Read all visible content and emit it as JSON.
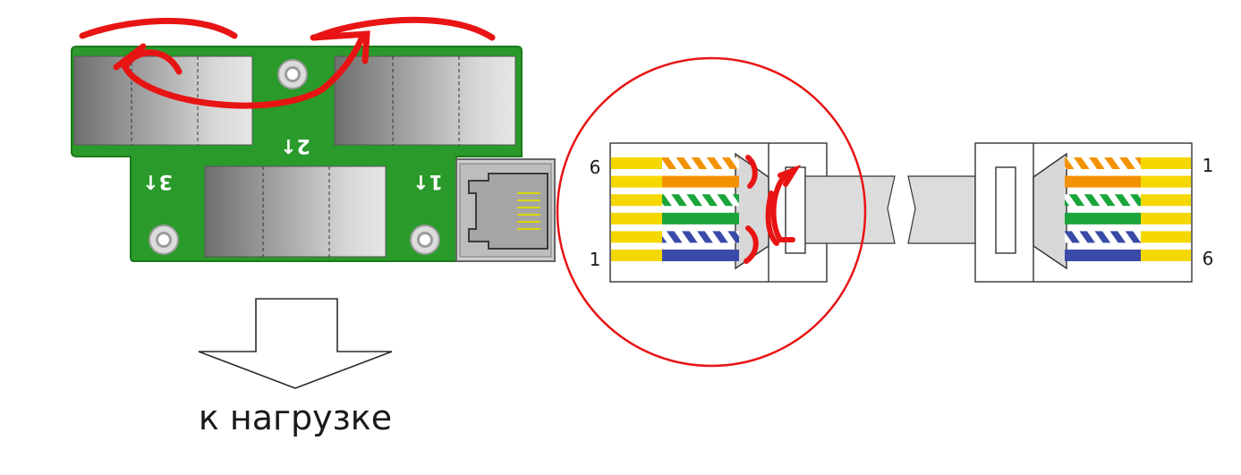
{
  "board": {
    "port_labels": [
      "3↑",
      "2↑",
      "1↑"
    ],
    "colors": {
      "pcb": "#2a9a2a",
      "pcb_edge": "#1d7a1d",
      "annotation": "#e81414"
    }
  },
  "load": {
    "caption": "к нагрузке",
    "icon": "down-arrow-icon"
  },
  "plug_left": {
    "pin_top": "6",
    "pin_bottom": "1"
  },
  "plug_right": {
    "pin_top": "1",
    "pin_bottom": "6"
  },
  "wires": {
    "colors": {
      "yellow": "#f5d800",
      "orange": "#f39200",
      "green": "#1aa53a",
      "blue": "#3a4aa8",
      "white": "#ffffff"
    },
    "left_plug_order": [
      "orange-white",
      "orange",
      "green-white",
      "green",
      "blue-white",
      "blue"
    ],
    "right_plug_order": [
      "orange-white",
      "orange",
      "green-white",
      "green",
      "blue-white",
      "blue"
    ]
  }
}
